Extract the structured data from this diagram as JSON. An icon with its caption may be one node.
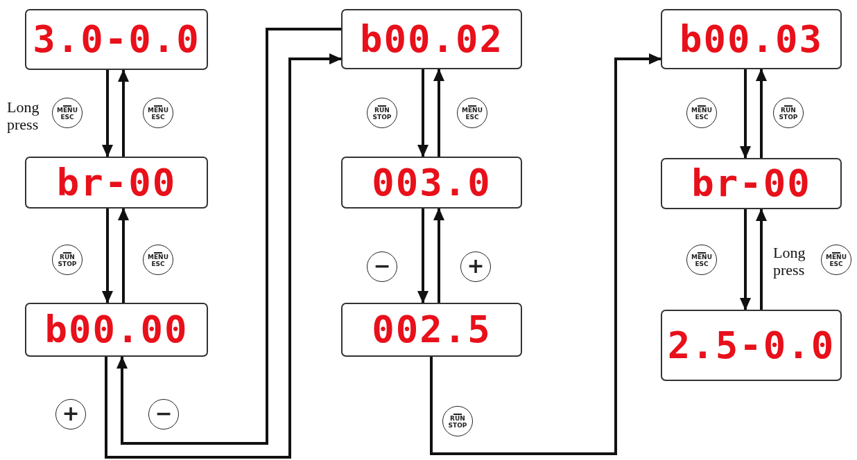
{
  "diagram": {
    "nodes": [
      {
        "text": [
          "3.0-0.0"
        ]
      },
      {
        "text": [
          "br-00"
        ]
      },
      {
        "text": [
          "b00.00"
        ]
      },
      {
        "text": [
          "b00.02"
        ]
      },
      {
        "text": [
          "003.0"
        ]
      },
      {
        "text": [
          "002.5"
        ]
      },
      {
        "text": [
          "b00.03"
        ]
      },
      {
        "text": [
          "br-00"
        ]
      },
      {
        "text": [
          "2.5-0.0"
        ]
      },
      {
        "text": [
          "MENU ESC"
        ]
      },
      {
        "text": [
          "MENU ESC"
        ]
      },
      {
        "text": [
          "RUN STOP"
        ]
      },
      {
        "text": [
          "MENU ESC"
        ]
      },
      {
        "text": [
          "+"
        ]
      },
      {
        "text": [
          "−"
        ]
      },
      {
        "text": [
          "RUN STOP"
        ]
      },
      {
        "text": [
          "MENU ESC"
        ]
      },
      {
        "text": [
          "−"
        ]
      },
      {
        "text": [
          "+"
        ]
      },
      {
        "text": [
          "RUN STOP"
        ]
      },
      {
        "text": [
          "MENU ESC"
        ]
      },
      {
        "text": [
          "RUN STOP"
        ]
      },
      {
        "text": [
          "MENU ESC"
        ]
      },
      {
        "text": [
          "MENU ESC"
        ]
      }
    ],
    "edges": [
      {
        "from": 0,
        "to": 1,
        "arrow": "to"
      },
      {
        "from": 1,
        "to": 0,
        "arrow": "to"
      },
      {
        "from": 1,
        "to": 2,
        "arrow": "to"
      },
      {
        "from": 2,
        "to": 1,
        "arrow": "to"
      },
      {
        "from": 2,
        "to": 3,
        "arrow": "to"
      },
      {
        "from": 3,
        "to": 2,
        "arrow": "to"
      },
      {
        "from": 3,
        "to": 4,
        "arrow": "to"
      },
      {
        "from": 4,
        "to": 3,
        "arrow": "to"
      },
      {
        "from": 4,
        "to": 5,
        "arrow": "to"
      },
      {
        "from": 5,
        "to": 4,
        "arrow": "to"
      },
      {
        "from": 5,
        "to": 6,
        "arrow": "to"
      },
      {
        "from": 6,
        "to": 7,
        "arrow": "to"
      },
      {
        "from": 7,
        "to": 6,
        "arrow": "to"
      },
      {
        "from": 7,
        "to": 8,
        "arrow": "to"
      },
      {
        "from": 8,
        "to": 7,
        "arrow": "to"
      }
    ],
    "labels": [
      "Long press",
      "Long press"
    ]
  }
}
